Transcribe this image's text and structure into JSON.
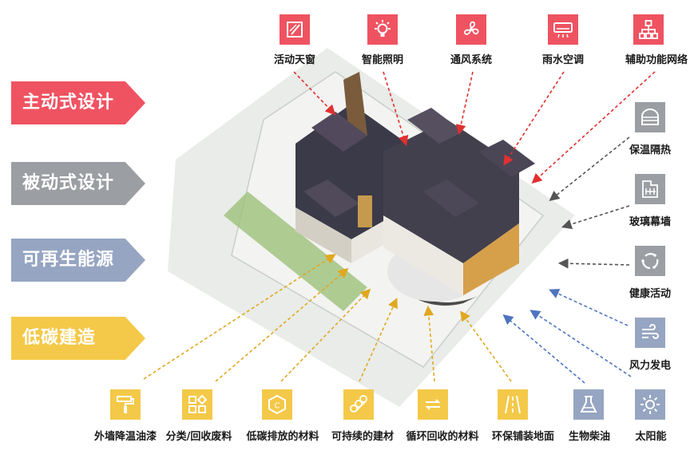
{
  "categories": {
    "active": {
      "label": "主动式设计",
      "color": "#ef5361"
    },
    "passive": {
      "label": "被动式设计",
      "color": "#9b9ea2"
    },
    "renewable": {
      "label": "可再生能源",
      "color": "#96a5c1"
    },
    "lowcarbon": {
      "label": "低碳建造",
      "color": "#f4c949"
    }
  },
  "top_items": [
    {
      "label": "活动天窗",
      "icon": "skylight-icon"
    },
    {
      "label": "智能照明",
      "icon": "bulb-icon"
    },
    {
      "label": "通风系统",
      "icon": "fan-icon"
    },
    {
      "label": "雨水空调",
      "icon": "air-conditioner-icon"
    },
    {
      "label": "辅助功能网络",
      "icon": "network-icon"
    }
  ],
  "right_items": [
    {
      "label": "保温隔热",
      "icon": "insulation-icon"
    },
    {
      "label": "玻璃幕墙",
      "icon": "glass-wall-icon"
    },
    {
      "label": "健康活动",
      "icon": "cycle-icon"
    },
    {
      "label": "风力发电",
      "icon": "wind-icon"
    },
    {
      "label": "太阳能",
      "icon": "sun-icon"
    }
  ],
  "bottom_items": [
    {
      "label": "外墙降温油漆",
      "icon": "paint-roller-icon"
    },
    {
      "label": "分类/回收废料",
      "icon": "sort-icon"
    },
    {
      "label": "低碳排放的材料",
      "icon": "carbon-icon"
    },
    {
      "label": "可持续的建材",
      "icon": "logs-icon"
    },
    {
      "label": "循环回收的材料",
      "icon": "recycle-icon"
    },
    {
      "label": "环保铺装地面",
      "icon": "road-icon"
    },
    {
      "label": "生物柴油",
      "icon": "flask-icon"
    }
  ]
}
